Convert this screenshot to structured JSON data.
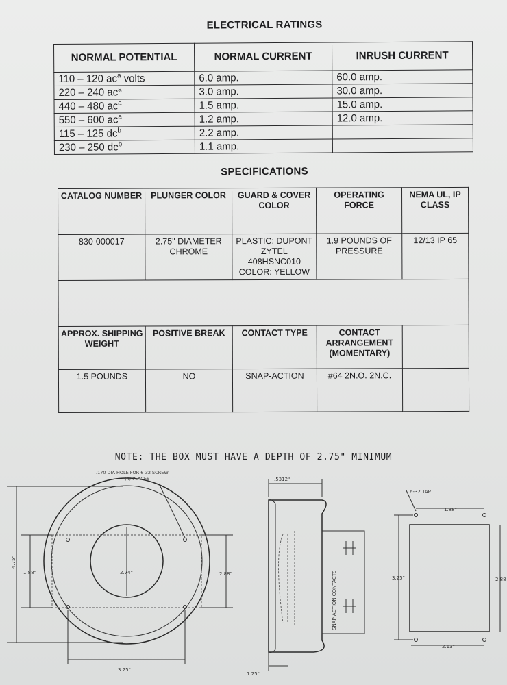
{
  "electrical": {
    "title": "ELECTRICAL RATINGS",
    "headers": [
      "NORMAL POTENTIAL",
      "NORMAL CURRENT",
      "INRUSH CURRENT"
    ],
    "rows": [
      {
        "potential": "110 – 120 ac",
        "sup": "a",
        "suffix": " volts",
        "normal": "6.0 amp.",
        "inrush": "60.0 amp."
      },
      {
        "potential": "220 – 240 ac",
        "sup": "a",
        "suffix": "",
        "normal": "3.0 amp.",
        "inrush": "30.0 amp."
      },
      {
        "potential": "440 – 480 ac",
        "sup": "a",
        "suffix": "",
        "normal": "1.5 amp.",
        "inrush": "15.0 amp."
      },
      {
        "potential": "550 – 600 ac",
        "sup": "a",
        "suffix": "",
        "normal": "1.2 amp.",
        "inrush": "12.0 amp."
      },
      {
        "potential": "115 – 125 dc",
        "sup": "b",
        "suffix": "",
        "normal": "2.2 amp.",
        "inrush": ""
      },
      {
        "potential": "230 – 250 dc",
        "sup": "b",
        "suffix": "",
        "normal": "1.1 amp.",
        "inrush": ""
      }
    ]
  },
  "specifications": {
    "title": "SPECIFICATIONS",
    "headers1": [
      "CATALOG NUMBER",
      "PLUNGER COLOR",
      "GUARD & COVER COLOR",
      "OPERATING FORCE",
      "NEMA UL, IP CLASS"
    ],
    "values1": [
      "830-000017",
      "2.75\" DIAMETER CHROME",
      "PLASTIC: DUPONT ZYTEL 408HSNC010 COLOR: YELLOW",
      "1.9 POUNDS OF PRESSURE",
      "12/13 IP 65"
    ],
    "headers2": [
      "APPROX. SHIPPING WEIGHT",
      "POSITIVE BREAK",
      "CONTACT TYPE",
      "CONTACT ARRANGEMENT (MOMENTARY)",
      ""
    ],
    "values2": [
      "1.5 POUNDS",
      "NO",
      "SNAP-ACTION",
      "#64 2N.O. 2N.C.",
      ""
    ]
  },
  "drawing": {
    "note": "NOTE: THE BOX MUST HAVE A DEPTH OF 2.75\" MINIMUM",
    "hole_note_1": ".170 DIA HOLE FOR 6-32 SCREW",
    "hole_note_2": "(4) PLACES",
    "dim_475": "4.75\"",
    "dim_188_left": "1.88\"",
    "dim_274": "2.74\"",
    "dim_288_front": "2.88\"",
    "dim_325_bottom": "3.25\"",
    "dim_5312": ".5312\"",
    "dim_125": "1.25\"",
    "snap_label": "SNAP ACTION CONTACTS",
    "tap_label": "6-32 TAP",
    "dim_188_top": "1.88\"",
    "dim_325_side": "3.25\"",
    "dim_288_right": "2.88",
    "dim_213": "2.13\""
  }
}
